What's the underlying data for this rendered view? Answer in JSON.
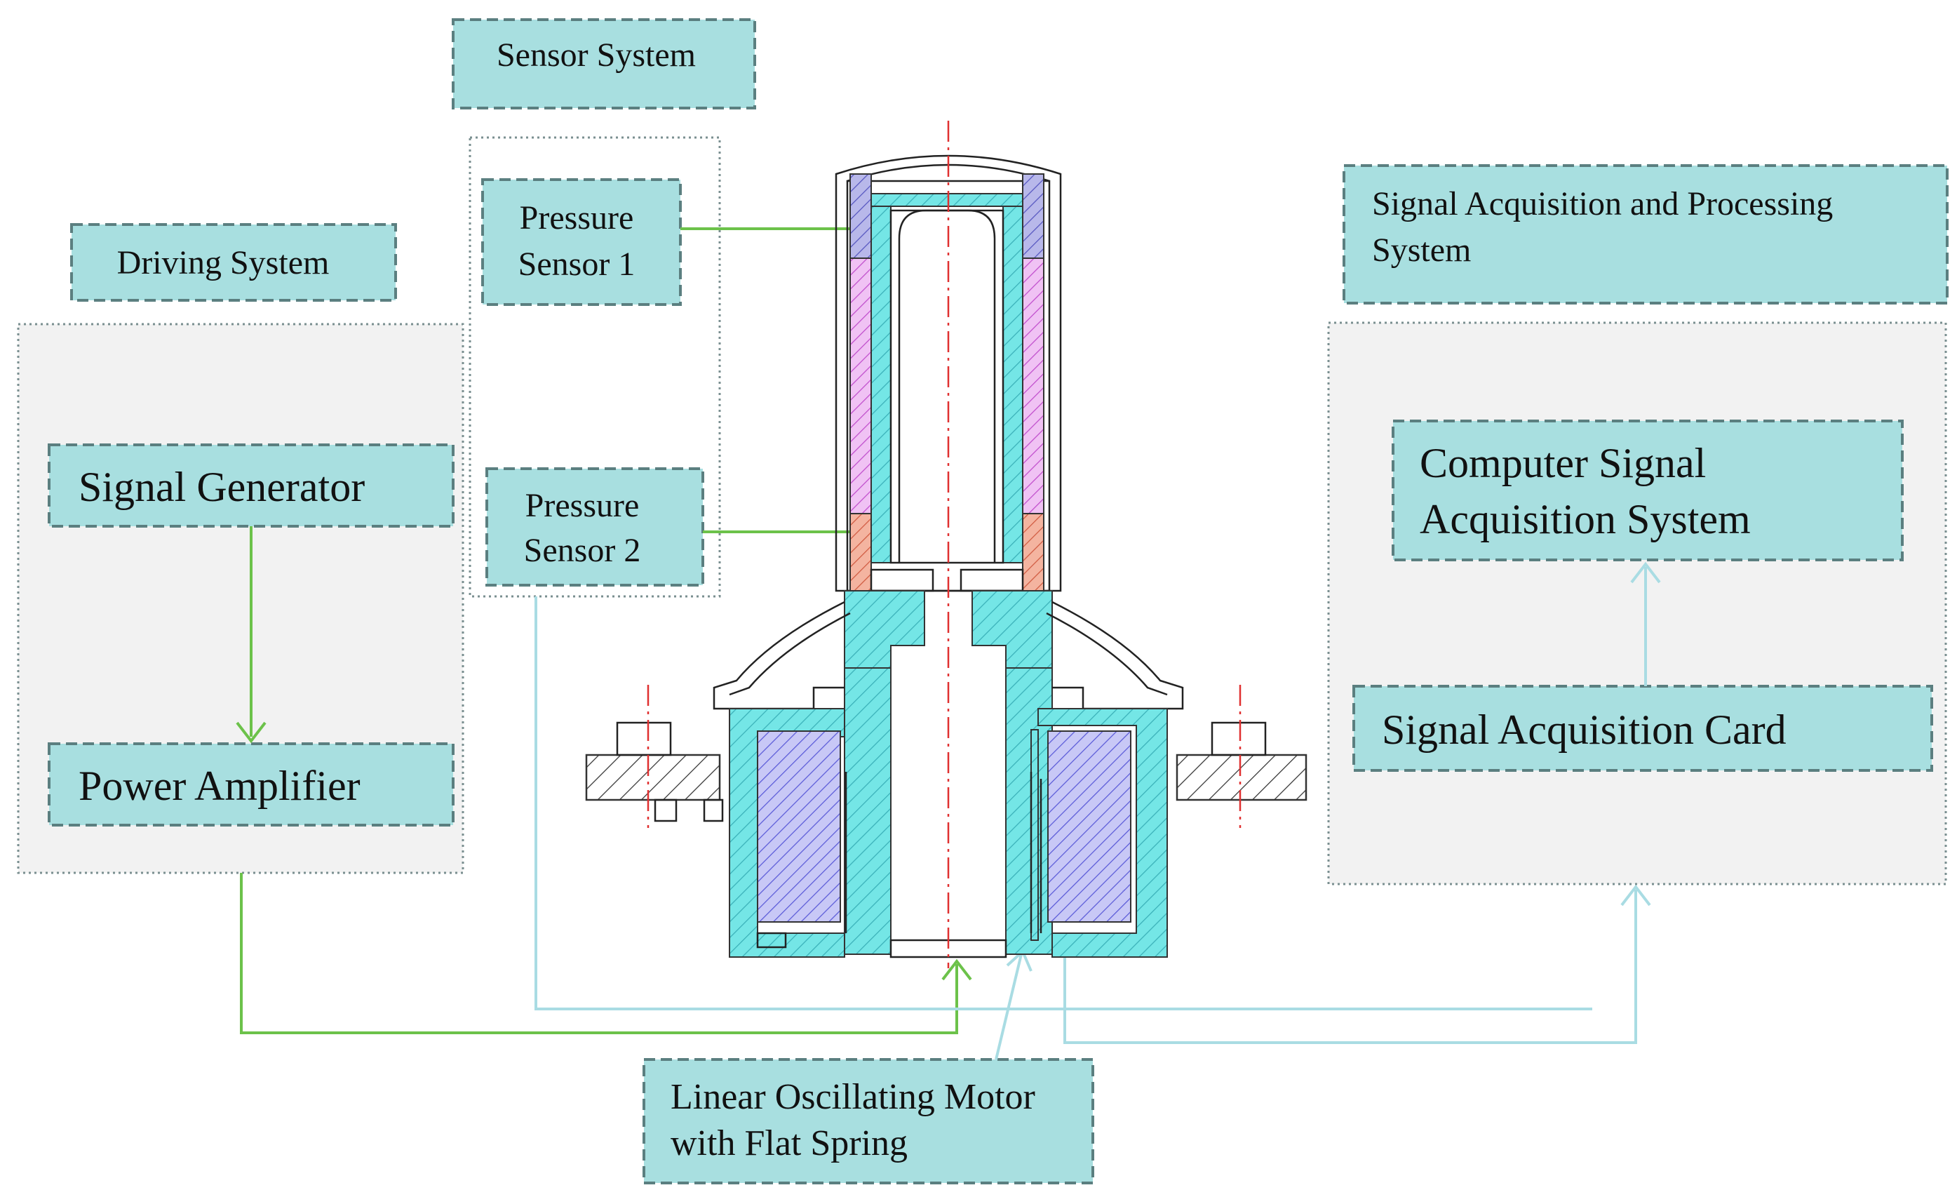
{
  "groups": {
    "sensor_system": "Sensor System",
    "driving_system": "Driving System",
    "signal_system_line1": "Signal Acquisition and Processing",
    "signal_system_line2": "System"
  },
  "blocks": {
    "pressure_sensor_1": [
      "Pressure",
      "Sensor 1"
    ],
    "pressure_sensor_2": [
      "Pressure",
      "Sensor 2"
    ],
    "signal_generator": "Signal Generator",
    "power_amplifier": "Power Amplifier",
    "computer_signal": [
      "Computer Signal",
      "Acquisition System"
    ],
    "acquisition_card": "Signal Acquisition Card",
    "motor": [
      "Linear Oscillating Motor",
      "with Flat Spring"
    ]
  },
  "colors": {
    "box_fill": "#a8dfe0",
    "panel_fill": "#f2f2f2",
    "driving_line": "#6cc24a",
    "signal_line": "#a9dce3",
    "centerline": "#e03030",
    "cyan_part": "#6fe3e3",
    "magnet_part": "#e9a6ef",
    "upper_magnet": "#a9a9e9",
    "sensor_part": "#f2a58f",
    "coil_part": "#b8b8f2"
  }
}
